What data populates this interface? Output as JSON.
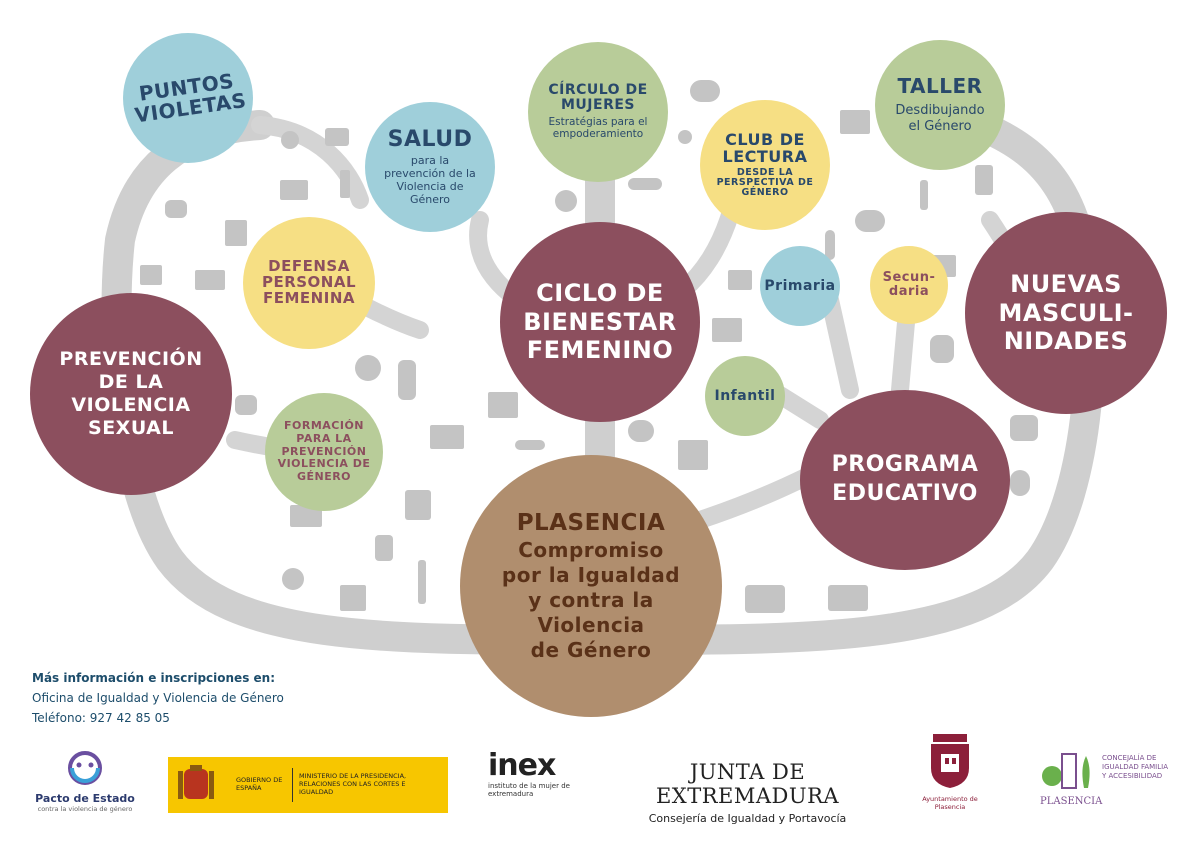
{
  "center": {
    "title": "PLASENCIA",
    "lines": [
      "Compromiso",
      "por la Igualdad",
      "y contra la",
      "Violencia",
      "de Género"
    ]
  },
  "nodes": {
    "puntos": {
      "title": "PUNTOS VIOLETAS"
    },
    "circulo": {
      "title": "CÍRCULO DE MUJERES",
      "sub": "Estratégias para el empoderamiento"
    },
    "taller": {
      "title": "TALLER",
      "sub": "Desdibujando el Género"
    },
    "salud": {
      "title": "SALUD",
      "sub": "para la prevención de la Violencia de Género"
    },
    "club": {
      "title": "CLUB DE LECTURA",
      "sub": "DESDE LA PERSPECTIVA DE GÉNERO"
    },
    "defensa": {
      "title": "DEFENSA PERSONAL FEMENINA"
    },
    "ciclo": {
      "title": "CICLO DE BIENESTAR FEMENINO"
    },
    "primaria": {
      "title": "Primaria"
    },
    "secundaria": {
      "title": "Secun-daria"
    },
    "nuevas": {
      "title": "NUEVAS MASCULI-NIDADES"
    },
    "prevencion": {
      "title": "PREVENCIÓN DE LA VIOLENCIA SEXUAL"
    },
    "infantil": {
      "title": "Infantil"
    },
    "formacion": {
      "title": "FORMACIÓN PARA LA PREVENCIÓN VIOLENCIA DE GÉNERO"
    },
    "programa": {
      "title": "PROGRAMA EDUCATIVO"
    }
  },
  "contact": {
    "heading": "Más información e inscripciones en:",
    "office": "Oficina de Igualdad y Violencia de Género",
    "phone": "Teléfono: 927 42 85 05"
  },
  "logos": {
    "pacto": {
      "title": "Pacto de Estado",
      "sub": "contra la violencia de género"
    },
    "gobierno": {
      "left": "GOBIERNO DE ESPAÑA",
      "right": "MINISTERIO DE LA PRESIDENCIA, RELACIONES CON LAS CORTES E IGUALDAD"
    },
    "inex": {
      "word": "inex",
      "sub": "instituto de la mujer de extremadura"
    },
    "junta": {
      "title": "JUNTA DE EXTREMADURA",
      "sub": "Consejería de Igualdad y Portavocía"
    },
    "ayto": {
      "title": "Ayuntamiento de Plasencia"
    },
    "concejalia": {
      "city": "PLASENCIA",
      "text": "CONCEJALÍA DE IGUALDAD FAMILIA Y ACCESIBILIDAD"
    }
  },
  "colors": {
    "wine": "#8c4f5e",
    "teal": "#9fcfda",
    "olive": "#b8cc99",
    "yellow": "#f6df84",
    "brown": "#b08e6e",
    "tree": "#c9c9c9",
    "text_dark": "#29496b",
    "center_text": "#5a3118",
    "logo_yellow": "#f7c600"
  },
  "icons": [
    "pin-icon",
    "briefcase-icon",
    "microscope-icon",
    "film-icon",
    "chat-icon",
    "mixer-icon",
    "laptop-icon",
    "book-icon",
    "wifi-icon",
    "magnifier-icon",
    "glasses-icon",
    "stethoscope-icon",
    "lightbulb-icon",
    "palette-icon",
    "calculator-icon",
    "bank-icon",
    "headphones-icon",
    "guitar-icon",
    "pen-icon",
    "phone-icon",
    "globe-icon",
    "easel-icon",
    "trophy-icon",
    "brush-icon",
    "chart-icon",
    "computer-icon",
    "people-icon",
    "books-icon",
    "user-icon",
    "graduation-icon"
  ]
}
